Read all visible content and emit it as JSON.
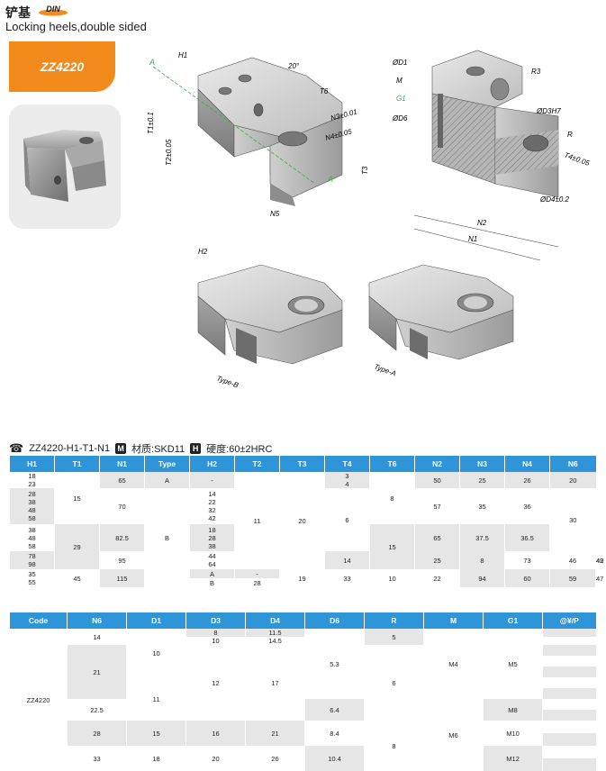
{
  "header": {
    "title_cn": "铲基",
    "din_badge": "DIN",
    "title_en": "Locking heels,double sided"
  },
  "code_tab": "ZZ4220",
  "drawings": {
    "labels": {
      "H1": "H1",
      "T1": "T1±0.1",
      "T2": "T2±0.05",
      "T3": "T3",
      "T6": "T6",
      "N1": "N1",
      "N2": "N2",
      "N3": "N3±0.01",
      "N4": "N4±0.05",
      "N5": "N5",
      "A": "A",
      "D1": "ØD1",
      "M": "M",
      "G1": "G1",
      "D6": "ØD6",
      "R3": "R3",
      "D3H7": "ØD3H7",
      "R": "R",
      "T4": "T4±0.05",
      "D4": "ØD4±0.2",
      "angle": "20°",
      "H2": "H2",
      "type_b": "Type-B",
      "type_a": "Type-A"
    }
  },
  "spec_line": {
    "order_code": "ZZ4220-H1-T1-N1",
    "material_icon": "M",
    "material": "材质:SKD11",
    "hardness_icon": "H",
    "hardness": "硬度:60±2HRC"
  },
  "table1": {
    "headers": [
      "H1",
      "T1",
      "N1",
      "Type",
      "H2",
      "T2",
      "T3",
      "T4",
      "T6",
      "N2",
      "N3",
      "N4",
      "N6"
    ],
    "h1": [
      "18",
      "23",
      "28",
      "38",
      "48",
      "58",
      "38",
      "48",
      "58",
      "78",
      "98",
      "35",
      "55"
    ]
  },
  "table1_cells": {
    "t1_a": "15",
    "t1_b": "29",
    "t1_c": "45",
    "n1_a": "65",
    "n1_b": "70",
    "n1_c": "82.5",
    "n1_d": "95",
    "n1_e": "115",
    "type_a": "A",
    "type_b": "B",
    "type_a2": "A",
    "type_b2": "B",
    "h2": [
      "-",
      "14",
      "22",
      "32",
      "42",
      "18",
      "28",
      "38",
      "44",
      "64",
      "-",
      "28"
    ],
    "t2_a": "11",
    "t2_b": "14",
    "t2_c": "19",
    "t3_a": "20",
    "t3_b": "25",
    "t3_c": "33",
    "t4_a": "3",
    "t4_b": "4",
    "t4_c": "6",
    "t4_d": "8",
    "t4_e": "10",
    "t6_a": "8",
    "t6_b": "15",
    "t6_c": "22",
    "n2_a": "50",
    "n2_b": "57",
    "n2_c": "65",
    "n2_d": "73",
    "n2_e": "94",
    "n3_a": "25",
    "n3_b": "35",
    "n3_c": "37.5",
    "n3_d": "46",
    "n3_e": "60",
    "n4_a": "26",
    "n4_b": "36",
    "n4_c": "36.5",
    "n4_d": "49",
    "n4_e": "59",
    "n6_a": "20",
    "n6_b": "30",
    "n6_c": "42",
    "n6_d": "47"
  },
  "table2": {
    "headers": [
      "Code",
      "N6",
      "D1",
      "D3",
      "D4",
      "D6",
      "R",
      "M",
      "G1",
      "@¥/P"
    ],
    "code": "ZZ4220",
    "n6": [
      "14",
      "21",
      "22.5",
      "28",
      "33"
    ],
    "d1": [
      "10",
      "11",
      "15",
      "18"
    ],
    "d3": [
      "8",
      "10",
      "12",
      "16",
      "20"
    ],
    "d4": [
      "11.5",
      "14.5",
      "17",
      "21",
      "26"
    ],
    "d6": [
      "5.3",
      "6.4",
      "8.4",
      "10.4"
    ],
    "r": [
      "5",
      "6",
      "8"
    ],
    "m": [
      "M4",
      "M6"
    ],
    "g1": [
      "M5",
      "M8",
      "M10",
      "M12"
    ]
  },
  "colors": {
    "accent_orange": "#f28a1c",
    "header_blue": "#2d95d8",
    "stripe_gray": "#e6e6e6",
    "dim_green": "#3fae49"
  }
}
